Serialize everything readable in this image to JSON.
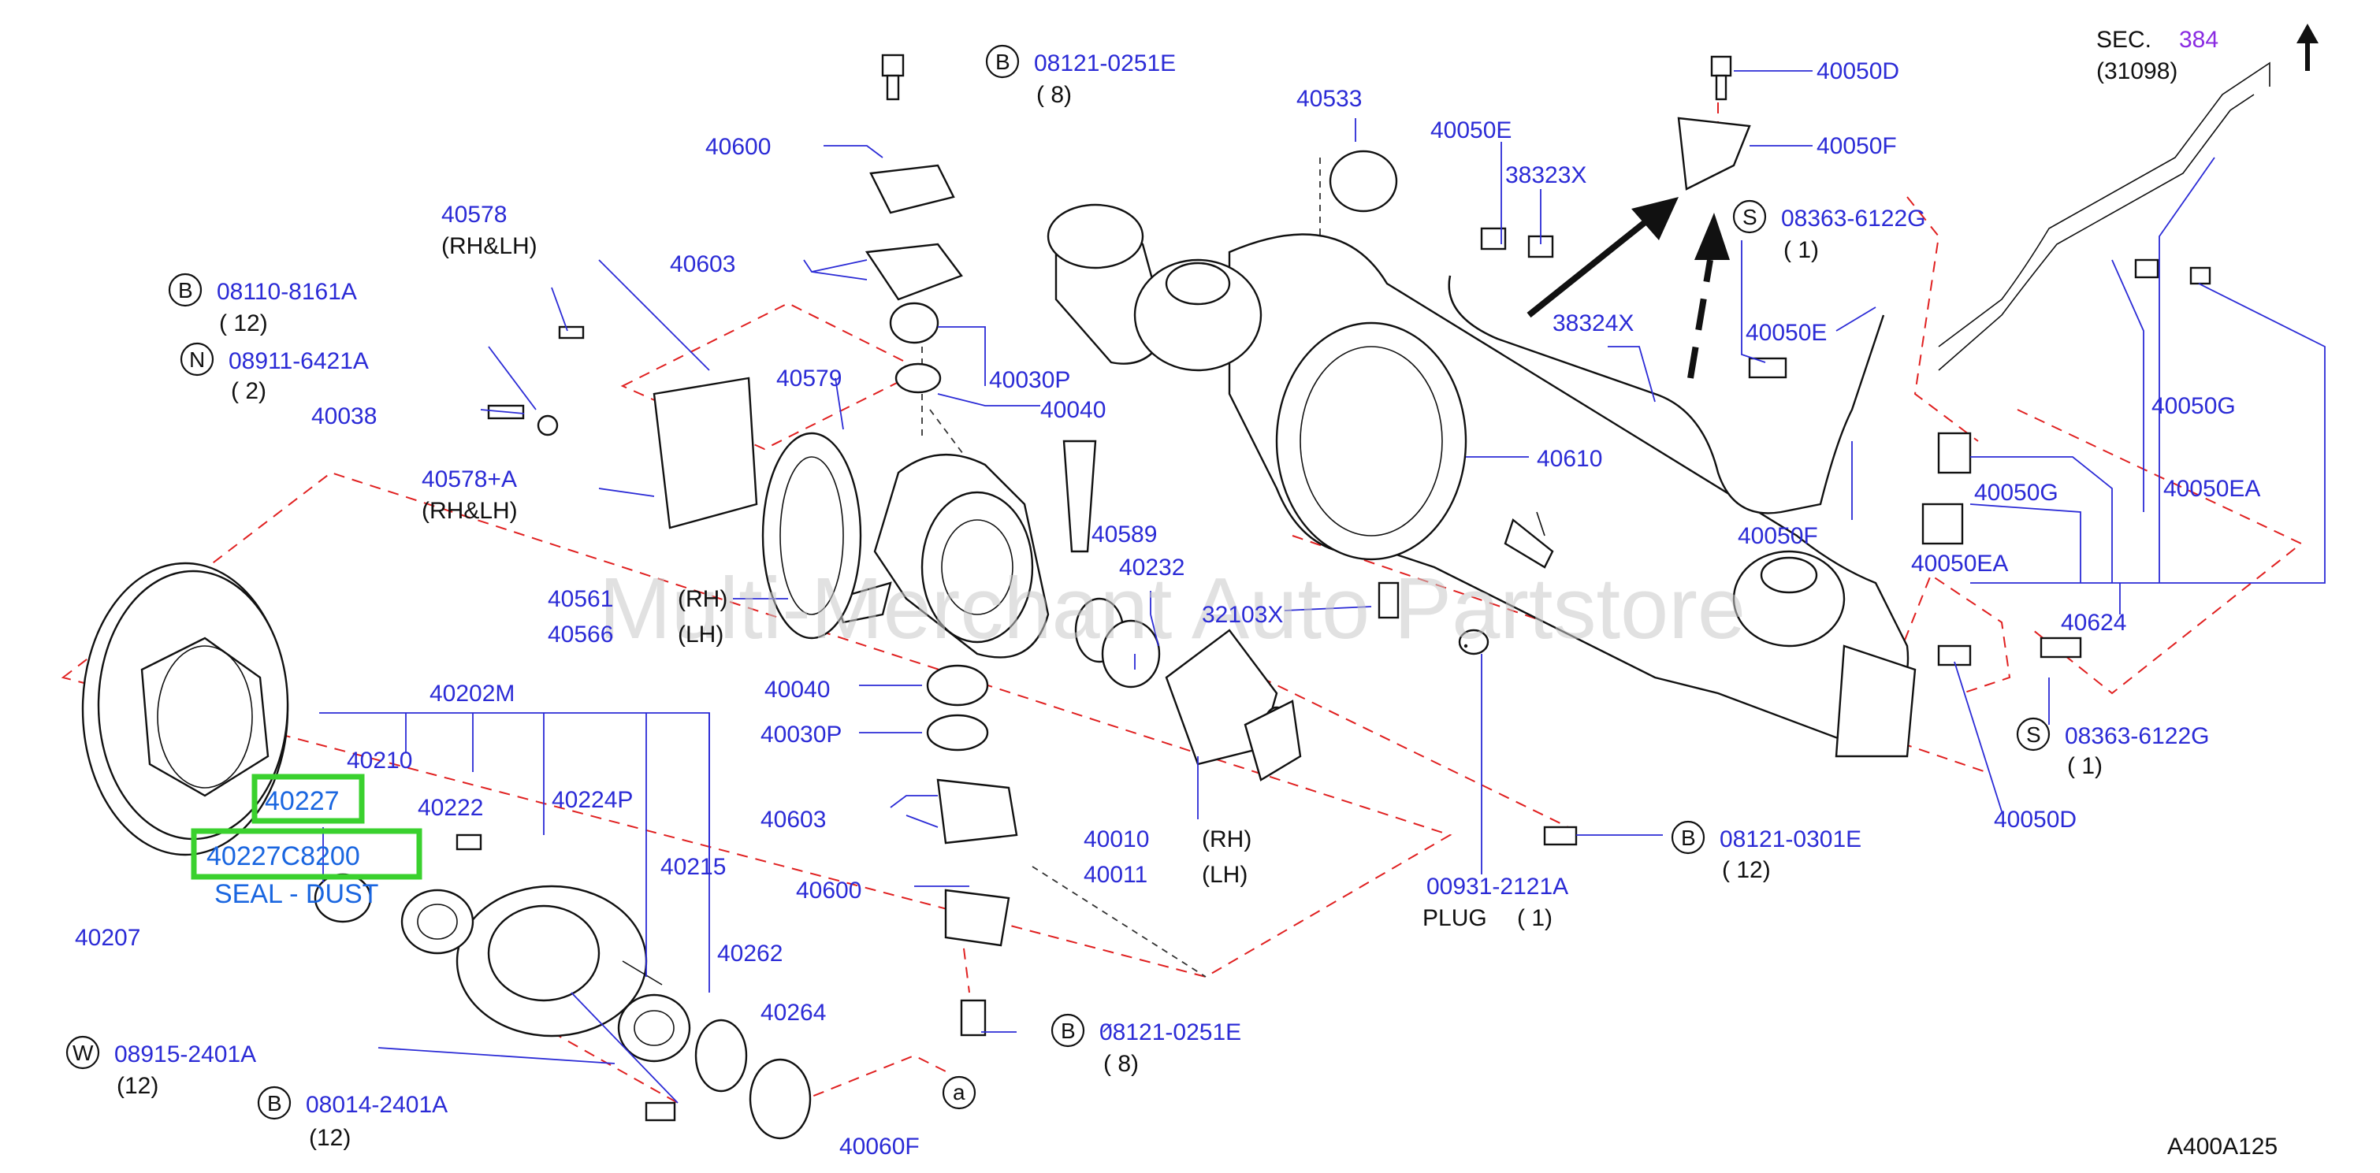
{
  "diagram": {
    "sec_label": "SEC.",
    "sec_number": "384",
    "sec_ref": "(31098)",
    "figure_code": "A400A125",
    "watermark": "Multi-Merchant Auto Partstore",
    "highlight": {
      "part_a": "40227",
      "part_b": "40227C8200",
      "desc": "SEAL - DUST"
    },
    "parts": {
      "p40600_top": "40600",
      "p40603_top": "40603",
      "p40578": "40578",
      "rhlh1": "(RH&LH)",
      "p40579": "40579",
      "p40030p_top": "40030P",
      "p40040_top": "40040",
      "p40038": "40038",
      "p40578a": "40578+A",
      "rhlh2": "(RH&LH)",
      "p40561": "40561",
      "rh1": "(RH)",
      "p40566": "40566",
      "lh1": "(LH)",
      "p40202m": "40202M",
      "p40210": "40210",
      "p40222": "40222",
      "p40224p": "40224P",
      "p40215": "40215",
      "p40207": "40207",
      "p40262": "40262",
      "p40264": "40264",
      "p40060f": "40060F",
      "p40040_b": "40040",
      "p40030p_b": "40030P",
      "p40603_b": "40603",
      "p40600_b": "40600",
      "p40589": "40589",
      "p40232": "40232",
      "p32103x": "32103X",
      "p40010": "40010",
      "rh2": "(RH)",
      "p40011": "40011",
      "lh2": "(LH)",
      "p40533": "40533",
      "p40050e_1": "40050E",
      "p38323x": "38323X",
      "p38324x": "38324X",
      "p40610": "40610",
      "p40050d_top": "40050D",
      "p40050f_top": "40050F",
      "p40050e_2": "40050E",
      "p40050f_b": "40050F",
      "p40050g_1": "40050G",
      "p40050g_2": "40050G",
      "p40050ea_1": "40050EA",
      "p40050ea_2": "40050EA",
      "p40624": "40624",
      "p40050d_b": "40050D",
      "p00931": "00931-2121A",
      "plug": "PLUG",
      "plug_qty": "( 1)"
    },
    "callouts": [
      {
        "letter": "B",
        "part": "08121-0251E",
        "qty": "( 8)"
      },
      {
        "letter": "B",
        "part": "08110-8161A",
        "qty": "( 12)"
      },
      {
        "letter": "N",
        "part": "08911-6421A",
        "qty": "( 2)"
      },
      {
        "letter": "W",
        "part": "08915-2401A",
        "qty": "(12)"
      },
      {
        "letter": "B",
        "part": "08014-2401A",
        "qty": "(12)"
      },
      {
        "letter": "B",
        "part": "08121-0251E",
        "qty": "( 8)"
      },
      {
        "letter": "a",
        "part": "",
        "qty": ""
      },
      {
        "letter": "B",
        "part": "08121-0301E",
        "qty": "( 12)"
      },
      {
        "letter": "S",
        "part": "08363-6122G",
        "qty": "( 1)"
      },
      {
        "letter": "S",
        "part": "08363-6122G",
        "qty": "( 1)"
      }
    ]
  }
}
